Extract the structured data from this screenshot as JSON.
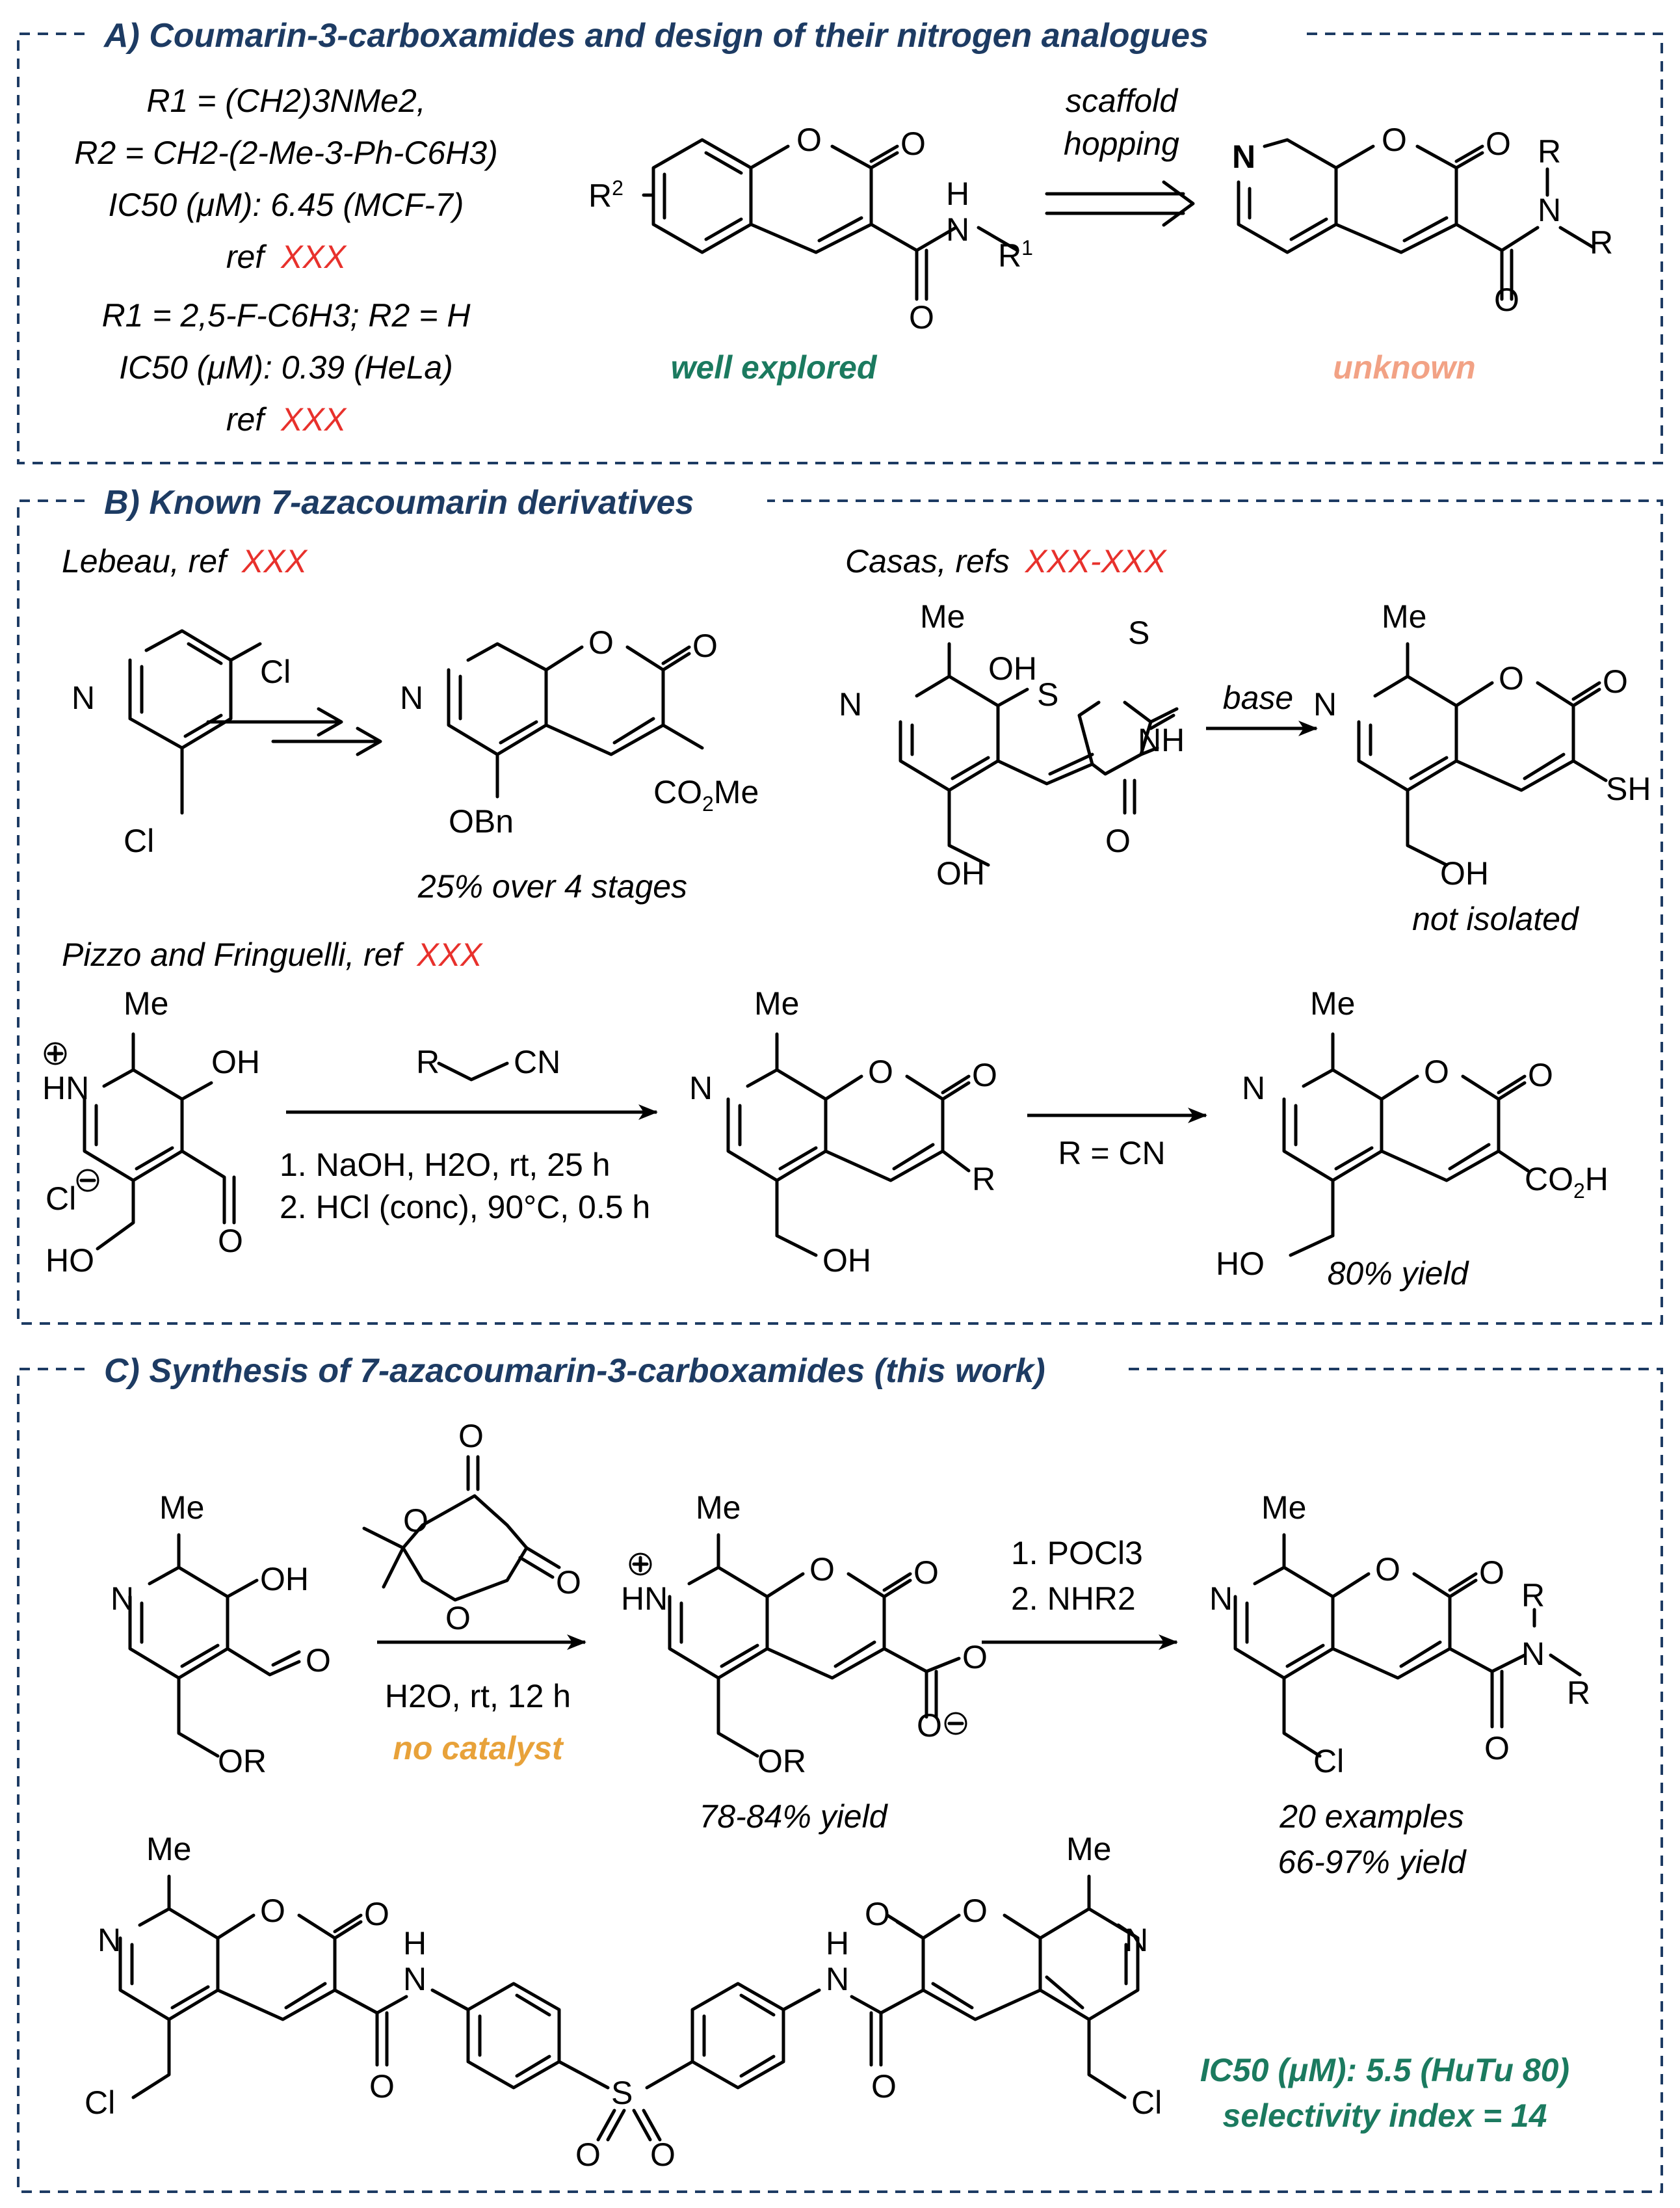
{
  "panel_a": {
    "title": "A) Coumarin-3-carboxamides and design of their nitrogen analogues",
    "lines": [
      "R1 = (CH2)3NMe2,",
      "R2 = CH2-(2-Me-3-Ph-C6H3)",
      "IC50 (μM): 6.45 (MCF-7)",
      "ref",
      "R1 = 2,5-F-C6H3; R2 = H",
      "IC50 (μM): 0.39 (HeLa)",
      "ref"
    ],
    "ref_placeholder": "XXX",
    "arrow_label_1": "scaffold",
    "arrow_label_2": "hopping",
    "left_caption": "well explored",
    "right_caption": "unknown"
  },
  "panel_b": {
    "title": "B) Known 7-azacoumarin derivatives",
    "lebeau": "Lebeau, ref",
    "lebeau_ref": "XXX",
    "lebeau_yield": "25% over 4 stages",
    "casas": "Casas, refs",
    "casas_ref": "XXX-XXX",
    "casas_arrow": "base",
    "casas_note": "not isolated",
    "pizzo": "Pizzo and Fringuelli, ref",
    "pizzo_ref": "XXX",
    "pizzo_cond_1": "1. NaOH, H2O, rt, 25 h",
    "pizzo_cond_2": "2. HCl (conc), 90°C, 0.5 h",
    "pizzo_arrow2": "R = CN",
    "pizzo_yield": "80% yield"
  },
  "panel_c": {
    "title": "C) Synthesis of 7-azacoumarin-3-carboxamides (this work)",
    "cond_1": "H2O, rt, 12 h",
    "no_catalyst": "no catalyst",
    "step2_1": "1. POCl3",
    "step2_2": "2. NHR2",
    "yield_1": "78-84% yield",
    "examples": "20 examples",
    "yield_2": "66-97% yield",
    "ic50": "IC50 (μM): 5.5 (HuTu 80)",
    "selectivity": "selectivity index = 14"
  },
  "colors": {
    "frame": "#1d3b63",
    "ref": "#e8312c",
    "green": "#1b7a5f",
    "peach": "#f2a285",
    "orange": "#e8a23a",
    "nitrogen": "#1a3cf0"
  }
}
